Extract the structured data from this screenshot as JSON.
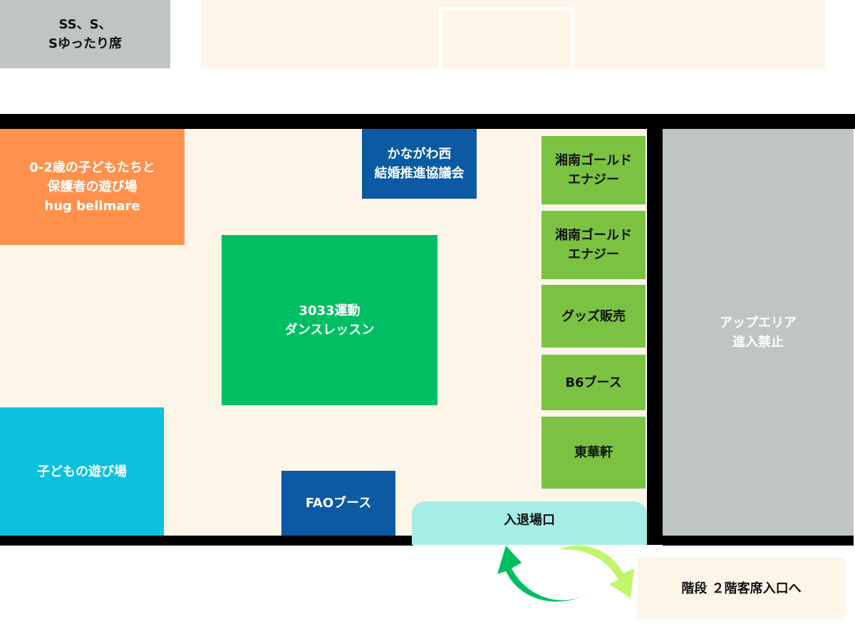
{
  "top": {
    "seats_label": "SS、S、\nSゆったり席"
  },
  "areas": {
    "kids_0_2": "0-2歳の子どもたちと\n保護者の遊び場\nhug bellmare",
    "kanagawa": "かながわ西\n結婚推進協議会",
    "dance": "3033運動\nダンスレッスン",
    "kids_play": "子どもの遊び場",
    "fao": "FAOブース",
    "up_area": "アップエリア\n進入禁止",
    "entrance": "入退場口",
    "stairs": "階段 ２階客席入口へ"
  },
  "booths": [
    "湘南ゴールド\nエナジー",
    "湘南ゴールド\nエナジー",
    "グッズ販売",
    "B6ブース",
    "東華軒"
  ],
  "colors": {
    "orange": "#ff914d",
    "blue": "#0b5aa3",
    "green": "#00bf63",
    "lime": "#7cc242",
    "cyan": "#0cc0df",
    "gray": "#bec5c2",
    "floor": "#fdf5e8",
    "entrance": "#a6ede6"
  }
}
